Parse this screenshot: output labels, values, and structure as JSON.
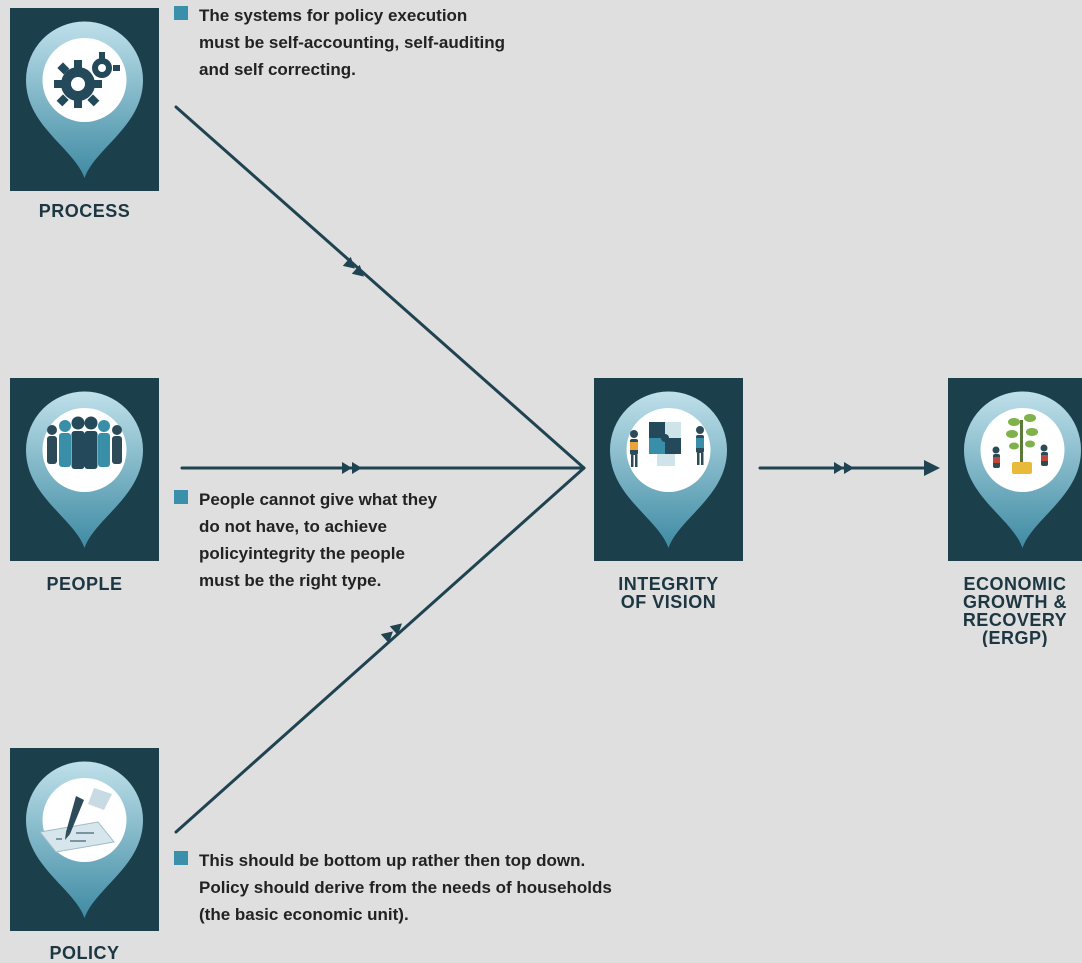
{
  "colors": {
    "background": "#dfdfdf",
    "box": "#1c3f4c",
    "pin_light": "#bfe0ea",
    "pin_dark": "#3f8ba3",
    "connector": "#1f4350",
    "bullet": "#3a90ab"
  },
  "nodes": {
    "process": {
      "label": "PROCESS",
      "icon": "gear-icon"
    },
    "people": {
      "label": "PEOPLE",
      "icon": "people-group-icon"
    },
    "policy": {
      "label": "POLICY",
      "icon": "pen-document-icon"
    },
    "integrity": {
      "label": "INTEGRITY\nOF VISION",
      "icon": "puzzle-team-icon"
    },
    "ergp": {
      "label": "ECONOMIC\nGROWTH &\nRECOVERY\n(ERGP)",
      "icon": "growing-tree-icon"
    }
  },
  "notes": {
    "process": "The systems for policy execution\nmust be self-accounting, self-auditing\nand self correcting.",
    "people": "People cannot give what they\ndo not have, to achieve\npolicyintegrity the people\nmust be the right type.",
    "policy": "This should be bottom up rather then top down.\nPolicy should derive from the needs of households\n(the basic economic unit)."
  }
}
